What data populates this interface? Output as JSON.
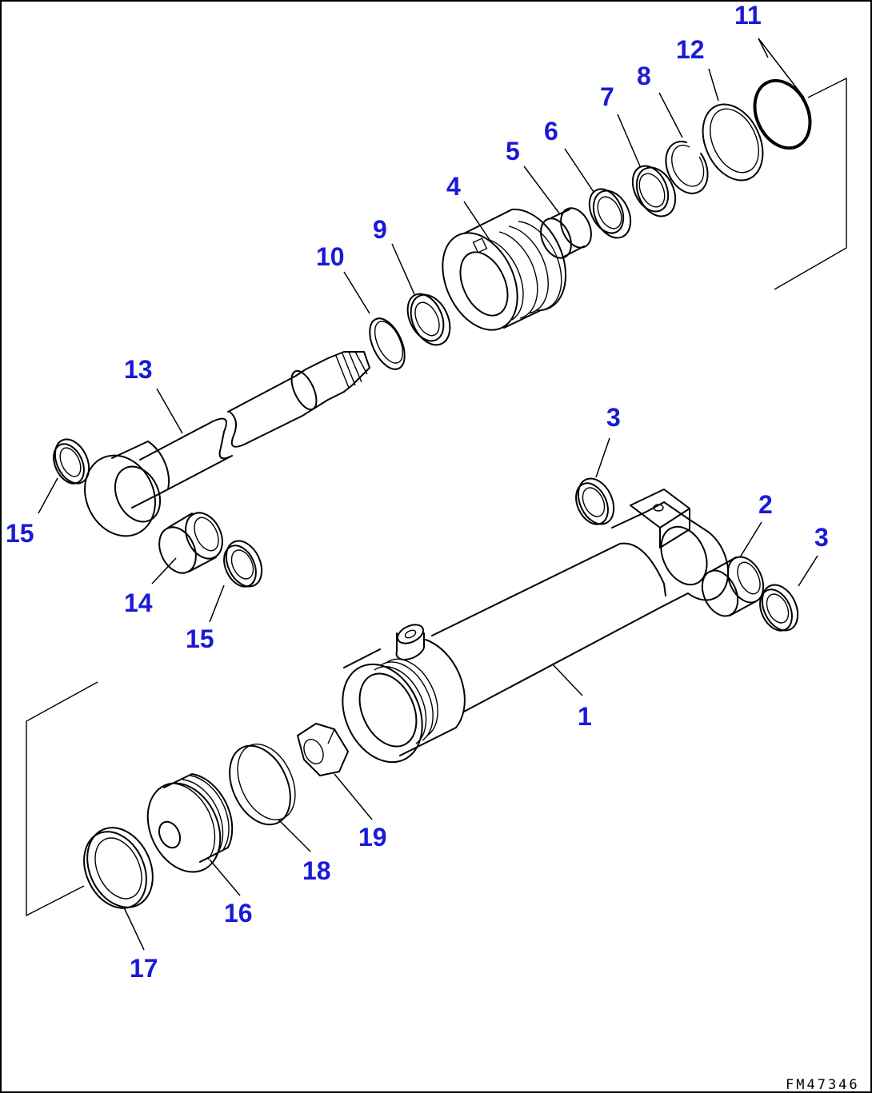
{
  "figure_code": "FM47346",
  "callouts": {
    "c1": "1",
    "c2": "2",
    "c3a": "3",
    "c3b": "3",
    "c4": "4",
    "c5": "5",
    "c6": "6",
    "c7": "7",
    "c8": "8",
    "c9": "9",
    "c10": "10",
    "c11": "11",
    "c12": "12",
    "c13": "13",
    "c14": "14",
    "c15a": "15",
    "c15b": "15",
    "c16": "16",
    "c17": "17",
    "c18": "18",
    "c19": "19"
  }
}
